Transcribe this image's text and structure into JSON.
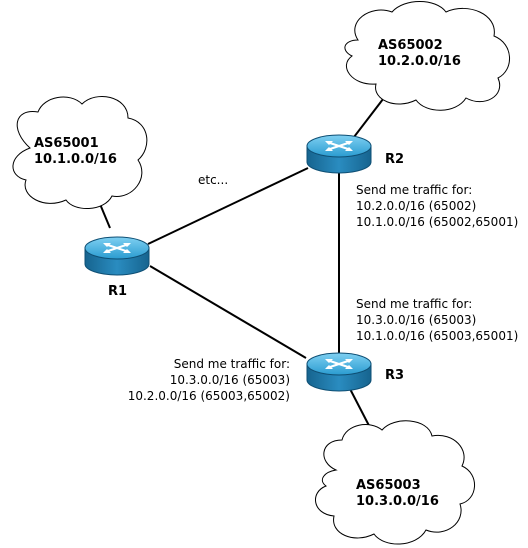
{
  "clouds": [
    {
      "id": "as65001",
      "name": "AS65001",
      "prefix": "10.1.0.0/16"
    },
    {
      "id": "as65002",
      "name": "AS65002",
      "prefix": "10.2.0.0/16"
    },
    {
      "id": "as65003",
      "name": "AS65003",
      "prefix": "10.3.0.0/16"
    }
  ],
  "routers": [
    {
      "id": "r1",
      "label": "R1"
    },
    {
      "id": "r2",
      "label": "R2"
    },
    {
      "id": "r3",
      "label": "R3"
    }
  ],
  "annotations": {
    "etc": "etc...",
    "r2_adv": [
      "Send me traffic for:",
      "10.2.0.0/16 (65002)",
      "10.1.0.0/16 (65002,65001)"
    ],
    "r3_adv_up": [
      "Send me traffic for:",
      "10.3.0.0/16 (65003)",
      "10.1.0.0/16 (65003,65001)"
    ],
    "r3_adv_left": [
      "Send me traffic for:",
      "10.3.0.0/16 (65003)",
      "10.2.0.0/16 (65003,65002)"
    ]
  },
  "colors": {
    "router_top": "#3aa8d8",
    "router_side": "#1f7fb3",
    "cloud_fill": "#ffffff",
    "stroke": "#000000"
  }
}
